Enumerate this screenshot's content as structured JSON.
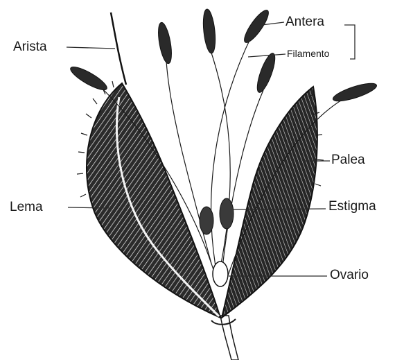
{
  "labels": {
    "arista": "Arista",
    "antera": "Antera",
    "filamento": "Filamento",
    "palea": "Palea",
    "lema": "Lema",
    "estigma": "Estigma",
    "ovario": "Ovario"
  },
  "colors": {
    "ink": "#1a1a1a",
    "background": "#ffffff"
  }
}
